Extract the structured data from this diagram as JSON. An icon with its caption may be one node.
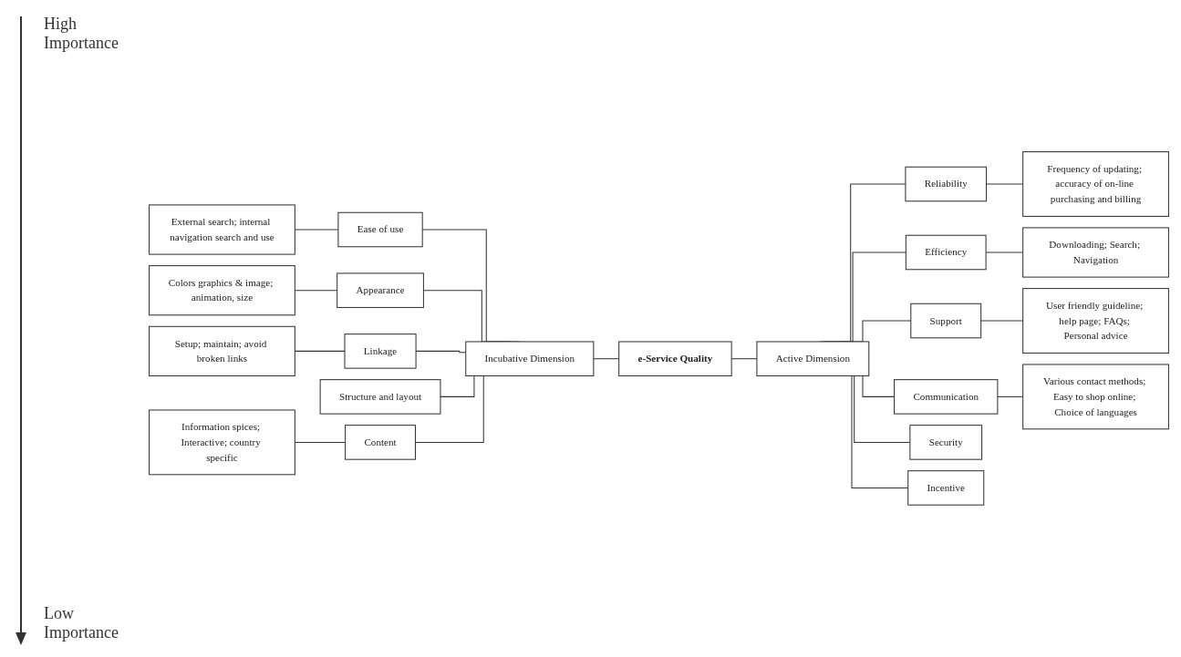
{
  "diagram": {
    "nodes": [
      {
        "text": [
          "External search; internal navigation search and use"
        ]
      },
      {
        "text": [
          "Ease of use"
        ]
      },
      {
        "text": [
          "Colors graphics & image; animation, size"
        ]
      },
      {
        "text": [
          "Appearance"
        ]
      },
      {
        "text": [
          "Setup; maintain; avoid broken links"
        ]
      },
      {
        "text": [
          "Linkage"
        ]
      },
      {
        "text": [
          "Structure and layout"
        ]
      },
      {
        "text": [
          "Information spices; Interactive; country specific"
        ]
      },
      {
        "text": [
          "Content"
        ]
      },
      {
        "text": [
          "Incubative Dimension"
        ]
      },
      {
        "text": [
          "e-Service Quality"
        ]
      },
      {
        "text": [
          "Active Dimension"
        ]
      },
      {
        "text": [
          "Reliability"
        ]
      },
      {
        "text": [
          "Frequency of updating; accuracy of on-line purchasing and billing"
        ]
      },
      {
        "text": [
          "Efficiency"
        ]
      },
      {
        "text": [
          "Downloading; Search; Navigation"
        ]
      },
      {
        "text": [
          "Support"
        ]
      },
      {
        "text": [
          "User friendly guideline; help page; FAQs; Personal advice"
        ]
      },
      {
        "text": [
          "Communication"
        ]
      },
      {
        "text": [
          "Various contact methods; Easy to shop online; Choice of languages"
        ]
      },
      {
        "text": [
          "Security"
        ]
      },
      {
        "text": [
          "Incentive"
        ]
      }
    ],
    "edges": [
      {
        "from": 0,
        "to": 1,
        "arrow": "none"
      },
      {
        "from": 2,
        "to": 3,
        "arrow": "none"
      },
      {
        "from": 4,
        "to": 5,
        "arrow": "none"
      },
      {
        "from": 7,
        "to": 8,
        "arrow": "none"
      },
      {
        "from": 1,
        "to": 9,
        "arrow": "none"
      },
      {
        "from": 3,
        "to": 9,
        "arrow": "none"
      },
      {
        "from": 5,
        "to": 9,
        "arrow": "none"
      },
      {
        "from": 6,
        "to": 9,
        "arrow": "none"
      },
      {
        "from": 8,
        "to": 9,
        "arrow": "none"
      },
      {
        "from": 9,
        "to": 10,
        "arrow": "none"
      },
      {
        "from": 10,
        "to": 11,
        "arrow": "none"
      },
      {
        "from": 11,
        "to": 12,
        "arrow": "none"
      },
      {
        "from": 11,
        "to": 14,
        "arrow": "none"
      },
      {
        "from": 11,
        "to": 16,
        "arrow": "none"
      },
      {
        "from": 11,
        "to": 18,
        "arrow": "none"
      },
      {
        "from": 11,
        "to": 20,
        "arrow": "none"
      },
      {
        "from": 11,
        "to": 21,
        "arrow": "none"
      },
      {
        "from": 12,
        "to": 13,
        "arrow": "none"
      },
      {
        "from": 14,
        "to": 15,
        "arrow": "none"
      },
      {
        "from": 16,
        "to": 17,
        "arrow": "none"
      },
      {
        "from": 18,
        "to": 19,
        "arrow": "none"
      }
    ],
    "labels": [
      "High Importance",
      "Low Importance"
    ]
  }
}
